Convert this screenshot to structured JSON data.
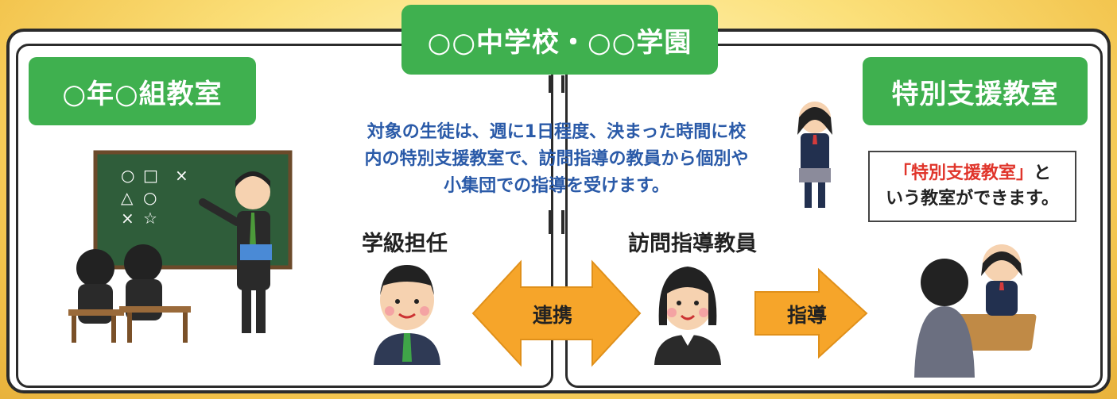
{
  "school_label": "○○中学校・○○学園",
  "class_label": "○年○組教室",
  "special_label": "特別支援教室",
  "description": [
    "対象の生徒は、週に1日程度、決まった時間に校",
    "内の特別支援教室で、訪問指導の教員から個別や",
    "小集団での指導を受けます。"
  ],
  "note": {
    "red": "「特別支援教室」",
    "rest1": "と",
    "rest2": "いう教室ができます。"
  },
  "roles": {
    "homeroom": "学級担任",
    "visiting": "訪問指導教員"
  },
  "arrows": {
    "cooperation": "連携",
    "guidance": "指導"
  },
  "blackboard_symbols": [
    "○",
    "□",
    "×",
    "△",
    "○",
    "×",
    "☆"
  ]
}
